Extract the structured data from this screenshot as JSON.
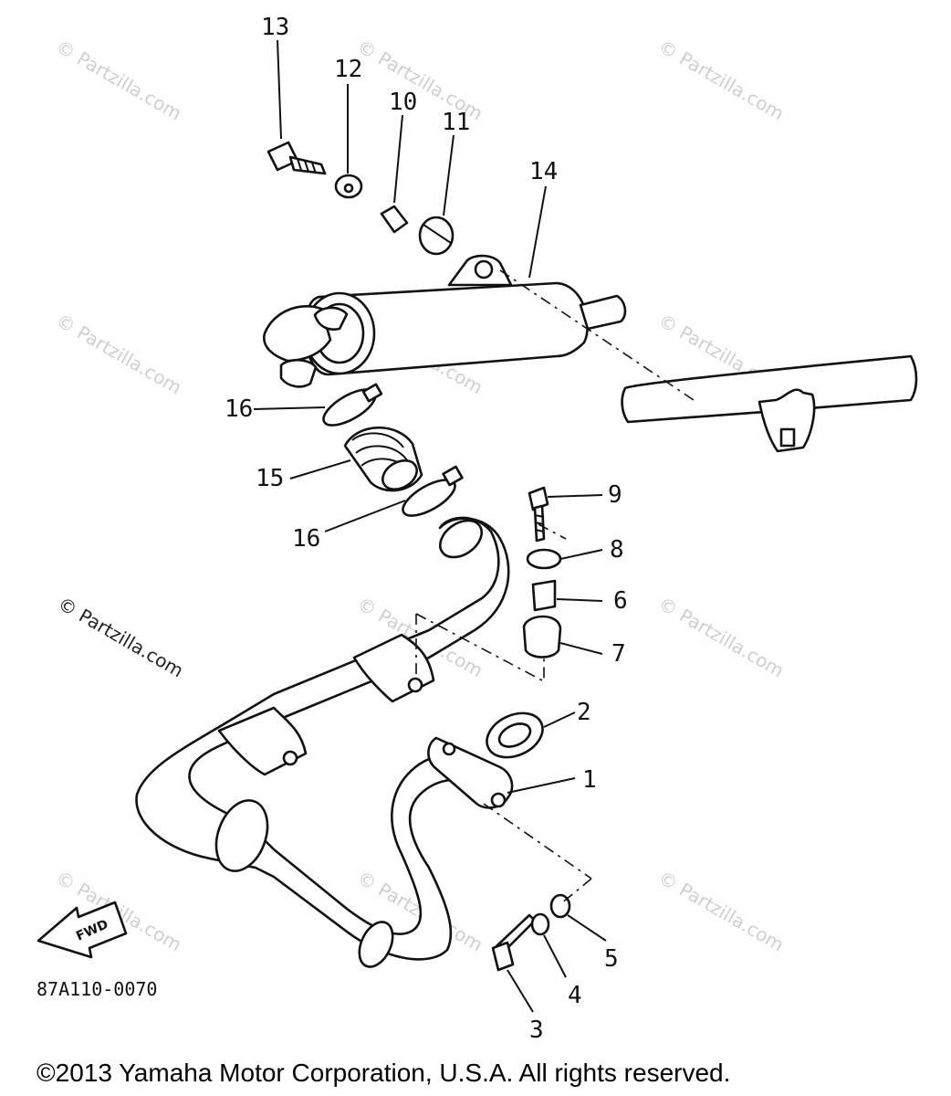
{
  "watermark": "© Partzilla.com",
  "diagram_code": "87A110-0070",
  "copyright": "©2013 Yamaha Motor Corporation, U.S.A. All rights reserved.",
  "fwd_label": "FWD",
  "callouts": [
    "1",
    "2",
    "3",
    "4",
    "5",
    "6",
    "7",
    "8",
    "9",
    "10",
    "11",
    "12",
    "13",
    "14",
    "15",
    "16",
    "16"
  ]
}
